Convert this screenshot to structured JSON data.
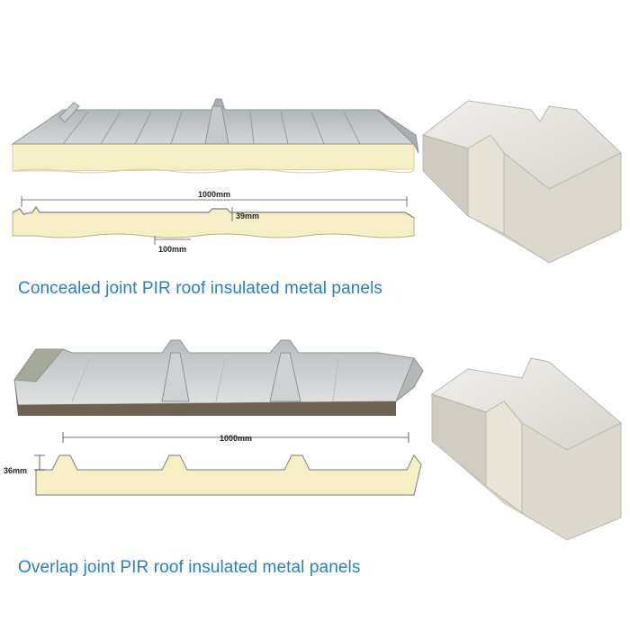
{
  "colors": {
    "caption_blue": "#2a7fc6",
    "foam_cream": "#f6efc6",
    "metal_gray": "#b8bcbc",
    "dark_edge_brown": "#6d6252",
    "block_face": "#e3e0d8"
  },
  "concealed_section": {
    "width_label": "1000mm",
    "height_label": "39mm",
    "rib_label": "100mm",
    "caption": "Concealed joint PIR roof insulated metal panels"
  },
  "overlap_section": {
    "width_label": "1000mm",
    "height_label": "36mm",
    "caption": "Overlap joint PIR roof insulated metal panels"
  }
}
